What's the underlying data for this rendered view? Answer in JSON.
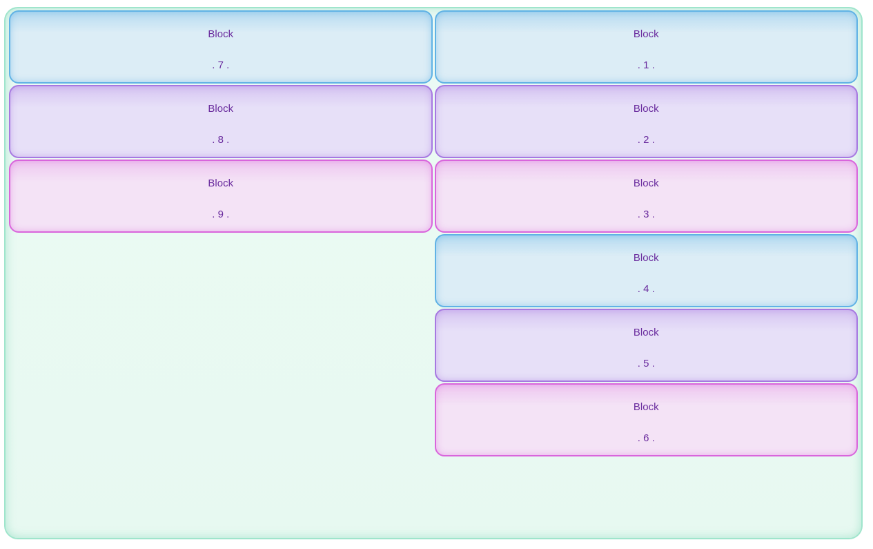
{
  "palette": {
    "frame_background": "#ecfaf4",
    "frame_border": "#9fe5cc",
    "text": "#6a2c9e",
    "blue_border": "#60b2e5",
    "blue_background": "#dcedf6",
    "purple_border": "#a678e1",
    "purple_background": "#e7e0f8",
    "pink_border": "#d965dc",
    "pink_background": "#f4e3f6"
  },
  "blocks": {
    "items": [
      {
        "number": 1,
        "title": "Block",
        "value": ". 1 .",
        "variant": "blue",
        "column": "right"
      },
      {
        "number": 2,
        "title": "Block",
        "value": ". 2 .",
        "variant": "purple",
        "column": "right"
      },
      {
        "number": 3,
        "title": "Block",
        "value": ". 3 .",
        "variant": "pink",
        "column": "right"
      },
      {
        "number": 4,
        "title": "Block",
        "value": ". 4 .",
        "variant": "blue",
        "column": "right"
      },
      {
        "number": 5,
        "title": "Block",
        "value": ". 5 .",
        "variant": "purple",
        "column": "right"
      },
      {
        "number": 6,
        "title": "Block",
        "value": ". 6 .",
        "variant": "pink",
        "column": "right"
      },
      {
        "number": 7,
        "title": "Block",
        "value": ". 7 .",
        "variant": "blue",
        "column": "left"
      },
      {
        "number": 8,
        "title": "Block",
        "value": ". 8 .",
        "variant": "purple",
        "column": "left"
      },
      {
        "number": 9,
        "title": "Block",
        "value": ". 9 .",
        "variant": "pink",
        "column": "left"
      }
    ]
  }
}
